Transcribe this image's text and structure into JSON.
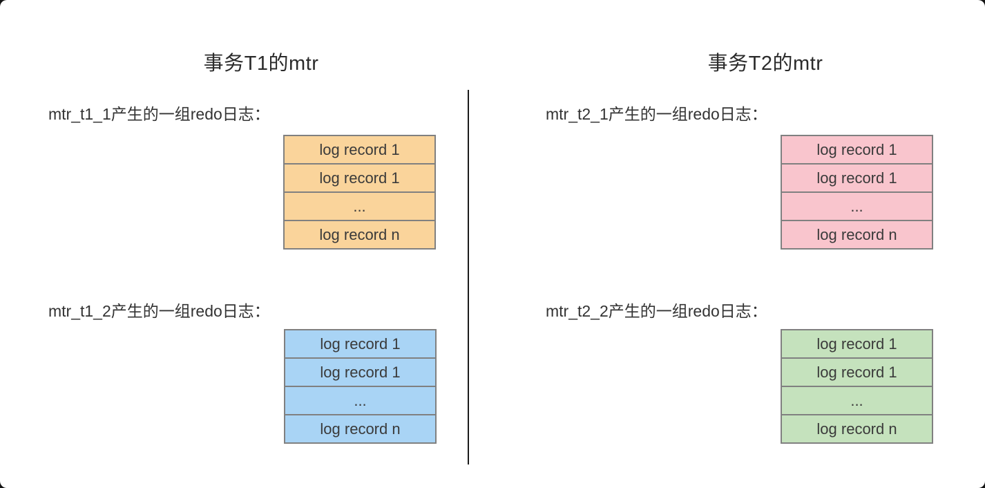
{
  "diagram": {
    "kind": "mtr-redo-log-groups",
    "border_color": "#808080",
    "divider_color": "#1a1a1a",
    "background": "#ffffff",
    "columns": [
      {
        "title": "事务T1的mtr",
        "groups": [
          {
            "label": "mtr_t1_1产生的一组redo日志：",
            "fill": "#FAD49B",
            "rows": [
              "log record 1",
              "log record 1",
              "...",
              "log record n"
            ]
          },
          {
            "label": "mtr_t1_2产生的一组redo日志：",
            "fill": "#A9D4F5",
            "rows": [
              "log record 1",
              "log record 1",
              "...",
              "log record n"
            ]
          }
        ]
      },
      {
        "title": "事务T2的mtr",
        "groups": [
          {
            "label": "mtr_t2_1产生的一组redo日志：",
            "fill": "#F9C5CD",
            "rows": [
              "log record 1",
              "log record 1",
              "...",
              "log record n"
            ]
          },
          {
            "label": "mtr_t2_2产生的一组redo日志：",
            "fill": "#C5E2BD",
            "rows": [
              "log record 1",
              "log record 1",
              "...",
              "log record n"
            ]
          }
        ]
      }
    ]
  }
}
